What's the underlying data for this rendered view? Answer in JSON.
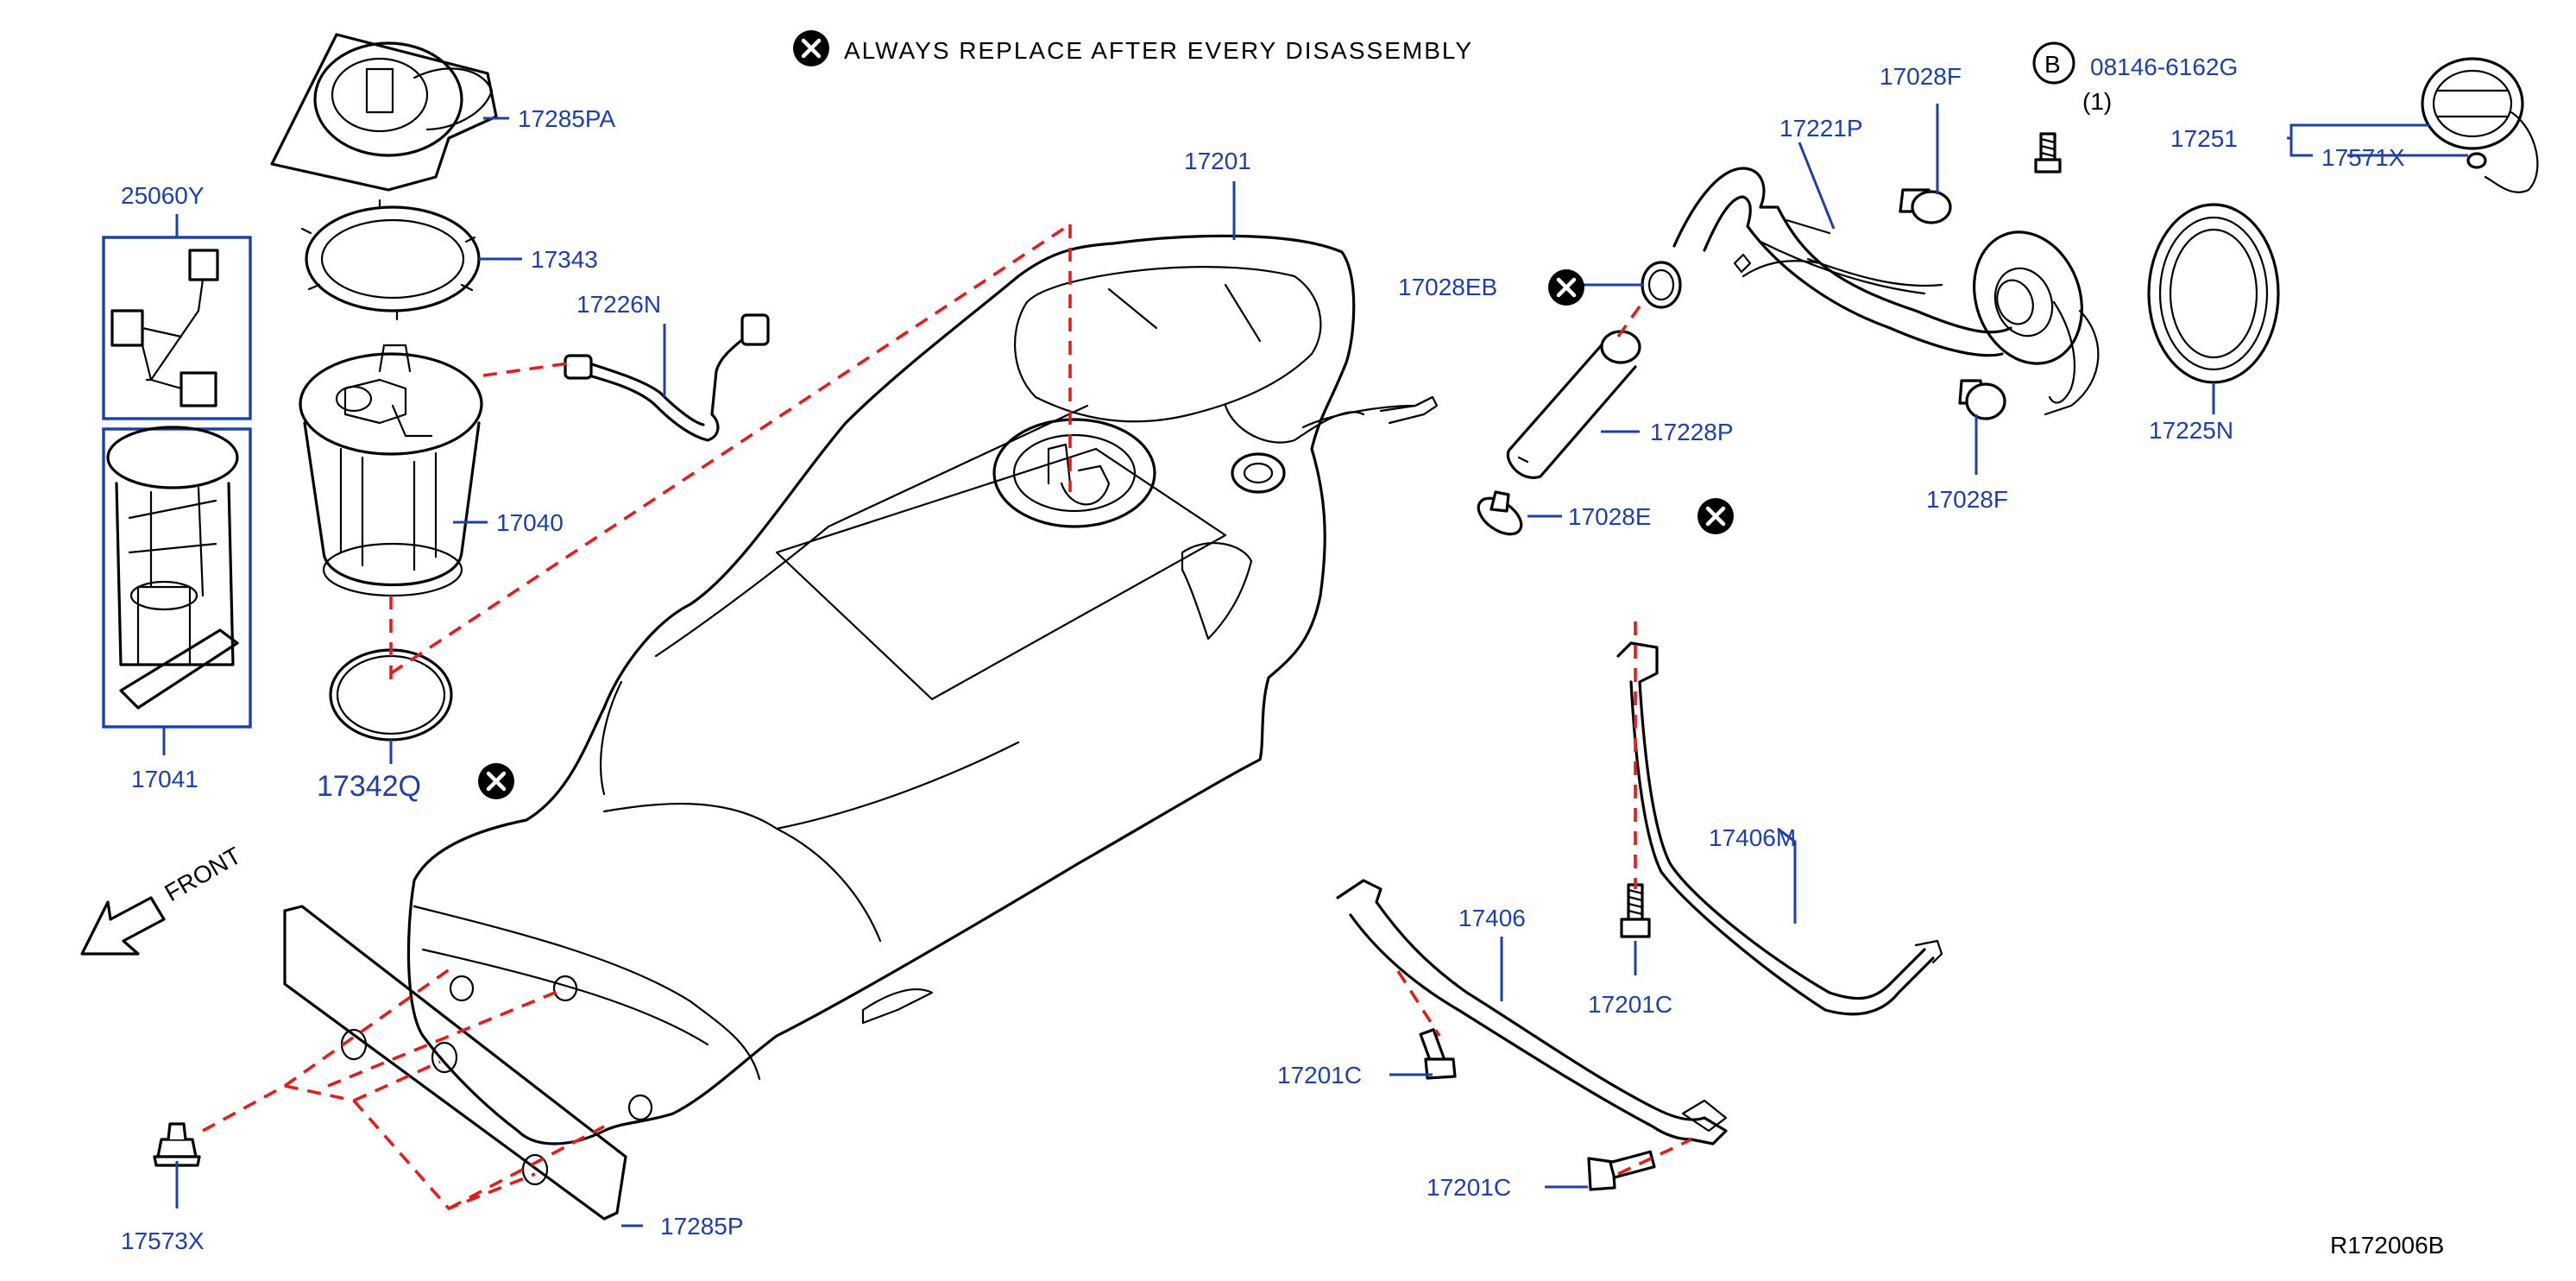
{
  "note": {
    "text": "ALWAYS REPLACE AFTER EVERY DISASSEMBLY"
  },
  "bolt_note": {
    "circle_letter": "B",
    "part": "08146-6162G",
    "qty": "(1)"
  },
  "front_label": "FRONT",
  "diagram_code": "R172006B",
  "parts": {
    "p17285PA": "17285PA",
    "p25060Y": "25060Y",
    "p17343": "17343",
    "p17226N": "17226N",
    "p17040": "17040",
    "p17041": "17041",
    "p17342Q": "17342Q",
    "p17201": "17201",
    "p17028EB": "17028EB",
    "p17221P": "17221P",
    "p17028F_top": "17028F",
    "p17028F_bottom": "17028F",
    "p17251": "17251",
    "p17571X": "17571X",
    "p17225N": "17225N",
    "p17228P": "17228P",
    "p17028E": "17028E",
    "p17406M": "17406M",
    "p17406": "17406",
    "p17201C_a": "17201C",
    "p17201C_b": "17201C",
    "p17201C_c": "17201C",
    "p17573X": "17573X",
    "p17285P": "17285P"
  },
  "colors": {
    "label": "#1d3fa8",
    "dashed_guide": "#e01e1e",
    "line_art": "#000000"
  },
  "icons": {
    "replace_mark": "circled-x-icon",
    "front_arrow": "front-arrow-icon",
    "bolt_mark": "circled-b-icon"
  }
}
